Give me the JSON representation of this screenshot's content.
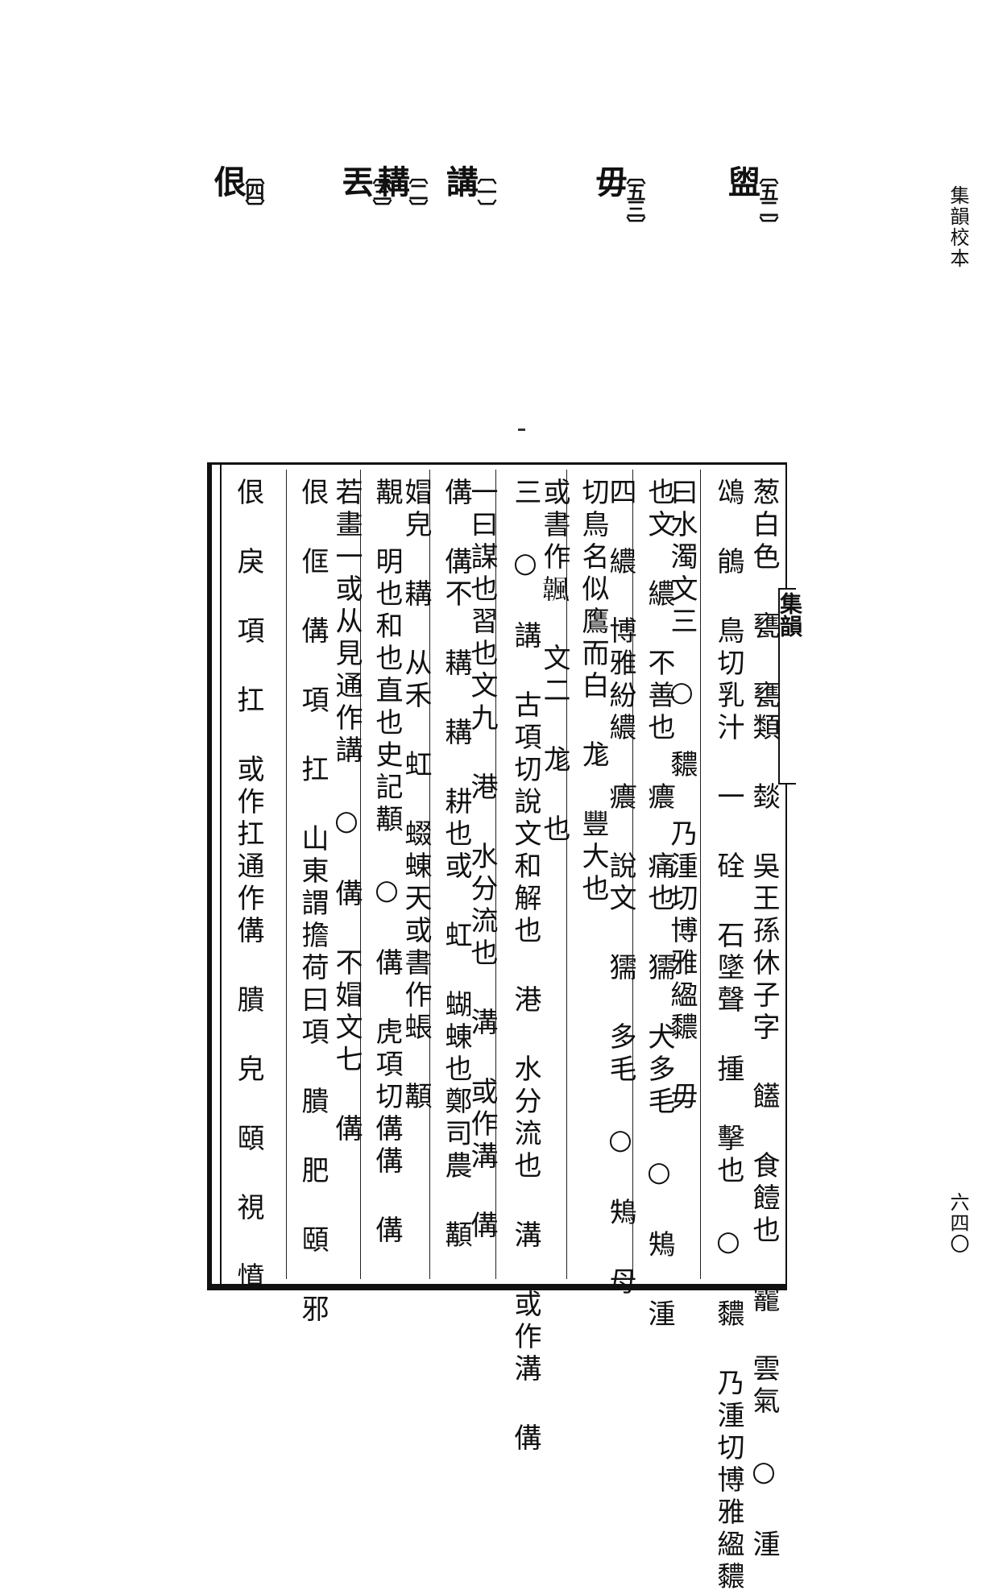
{
  "header": {
    "running_title": "集韻校本",
    "page_number": "六四〇"
  },
  "notes": [
    {
      "mark": "〔五二〕",
      "char": "盥"
    },
    {
      "mark": "〔五三〕",
      "char": "毋"
    },
    {
      "mark": "〔一〕",
      "char": "講"
    },
    {
      "mark": "〔二〕",
      "char": "耩"
    },
    {
      "mark": "〔三〕",
      "char": "丟"
    },
    {
      "mark": "〔四〕",
      "char": "佷"
    }
  ],
  "edge_heading": "集韻",
  "columns": [
    {
      "text": "葱白色 甕 甕類 燅 吳王孫休子字 饚 食饐也 靇 雲氣 ○ 湩"
    },
    {
      "text": "䲲 䳌 鳥切乳汁 一 硂 石墜聲 揰 擊也 ○ 䵜 乃湩切博雅䋼䵜"
    },
    {
      "text": "曰水濁文三 ○ 䵜 乃湩切博雅䋼䵜 毋"
    },
    {
      "text": "也文 繷 不善也 癑 痛也 獳 犬多毛 ○ 鴩 湩"
    },
    {
      "text": "四 繷 博雅紛繷 癑 說文 獳 多毛 ○ 鴩 母"
    },
    {
      "text": "切鳥名似鷹而白 尨 豐大也"
    },
    {
      "text": "或書作𩘚 文二 尨 也"
    },
    {
      "text": "三 ○ 講 古項切說文和解也 港 水分流也 溝 或作溝 傋"
    },
    {
      "text": "一曰謀也習也文九 港 水分流也 溝 或作溝 傋"
    },
    {
      "text": "傋 傋不 耩 耩 耕也或 虹 蝴蝀也鄭司農 顜"
    },
    {
      "text": "媢皃 耩 从禾 虹 蝃蝀天或書作䗅 顜"
    },
    {
      "text": "覯 明也和也直也史記顜 ○ 傋 虎項切傋傋 傋"
    },
    {
      "text": "若畫一或从見通作講 ○ 傋 不媢文七 傋"
    },
    {
      "text": "佷 㑌 傋 項 扛 山東謂擔荷曰項 膭 肥 頤 邪"
    },
    {
      "text": "佷 戾 項 扛 或作扛通作傋 膭 皃 頤 視 憤"
    }
  ]
}
